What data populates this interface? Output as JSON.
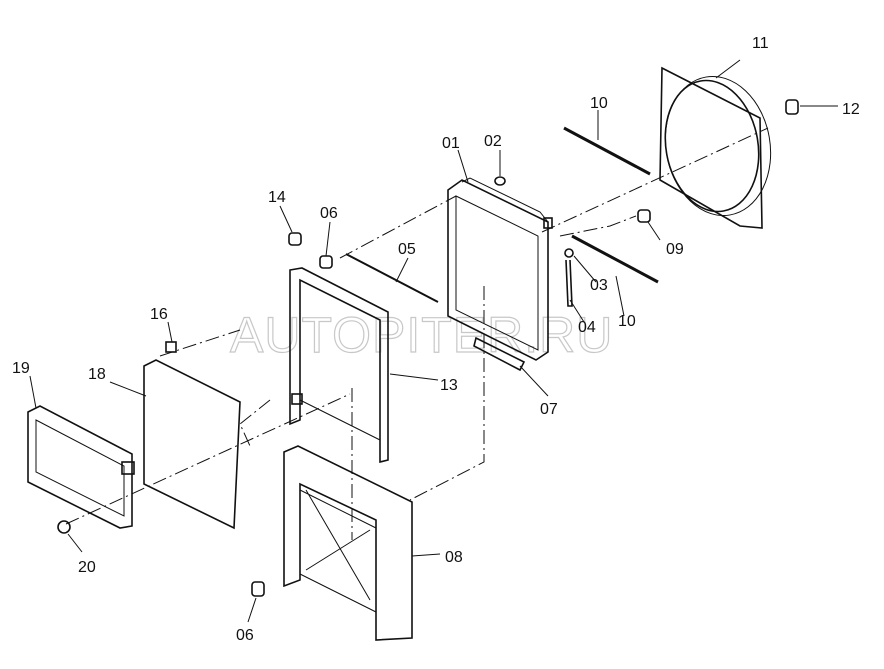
{
  "watermark": "AUTOPITER.RU",
  "callouts": [
    {
      "id": "11",
      "text": "11"
    },
    {
      "id": "12",
      "text": "12"
    },
    {
      "id": "10a",
      "text": "10"
    },
    {
      "id": "01",
      "text": "01"
    },
    {
      "id": "02",
      "text": "02"
    },
    {
      "id": "14",
      "text": "14"
    },
    {
      "id": "06a",
      "text": "06"
    },
    {
      "id": "09",
      "text": "09"
    },
    {
      "id": "05",
      "text": "05"
    },
    {
      "id": "03",
      "text": "03"
    },
    {
      "id": "04",
      "text": "04"
    },
    {
      "id": "10b",
      "text": "10"
    },
    {
      "id": "16",
      "text": "16"
    },
    {
      "id": "19",
      "text": "19"
    },
    {
      "id": "18",
      "text": "18"
    },
    {
      "id": "13",
      "text": "13"
    },
    {
      "id": "07",
      "text": "07"
    },
    {
      "id": "08",
      "text": "08"
    },
    {
      "id": "20",
      "text": "20"
    },
    {
      "id": "06b",
      "text": "06"
    }
  ]
}
